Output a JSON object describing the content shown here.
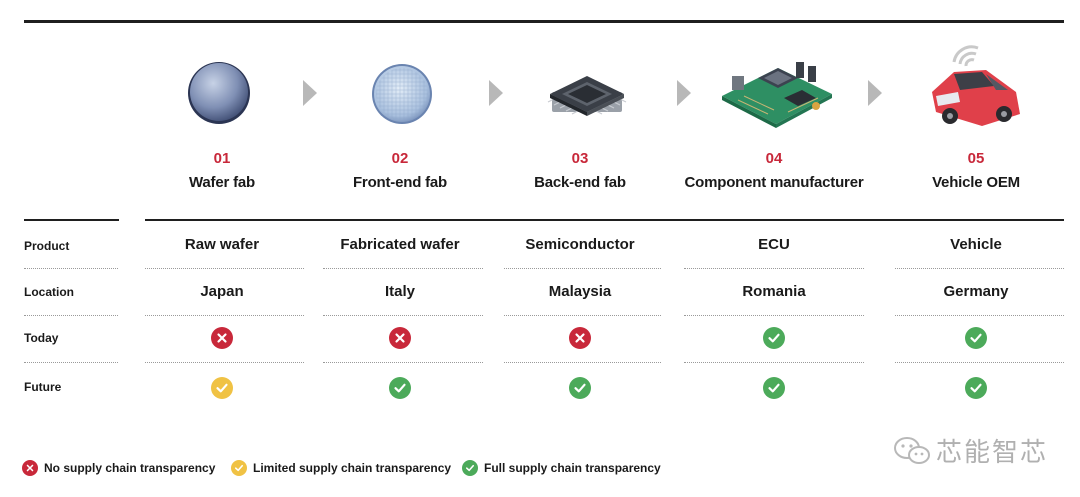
{
  "colors": {
    "no": "#c8283a",
    "limited": "#f0c244",
    "full": "#4caa5a",
    "accent": "#c8283a",
    "rule": "#1f1f1f"
  },
  "stages": [
    {
      "num": "01",
      "name": "Wafer fab",
      "icon": "wafer-icon"
    },
    {
      "num": "02",
      "name": "Front-end fab",
      "icon": "fabricated-wafer-icon"
    },
    {
      "num": "03",
      "name": "Back-end fab",
      "icon": "chip-icon"
    },
    {
      "num": "04",
      "name": "Component manufacturer",
      "icon": "circuit-board-icon"
    },
    {
      "num": "05",
      "name": "Vehicle OEM",
      "icon": "connected-car-icon"
    }
  ],
  "rows": {
    "product": {
      "label": "Product",
      "values": [
        "Raw wafer",
        "Fabricated wafer",
        "Semiconductor",
        "ECU",
        "Vehicle"
      ]
    },
    "location": {
      "label": "Location",
      "values": [
        "Japan",
        "Italy",
        "Malaysia",
        "Romania",
        "Germany"
      ]
    },
    "today": {
      "label": "Today",
      "values": [
        "no",
        "no",
        "no",
        "full",
        "full"
      ]
    },
    "future": {
      "label": "Future",
      "values": [
        "limited",
        "full",
        "full",
        "full",
        "full"
      ]
    }
  },
  "legend": [
    {
      "status": "no",
      "label": "No supply chain transparency"
    },
    {
      "status": "limited",
      "label": "Limited supply chain transparency"
    },
    {
      "status": "full",
      "label": "Full supply chain transparency"
    }
  ],
  "watermark": {
    "text": "芯能智芯",
    "icon": "wechat-icon"
  }
}
